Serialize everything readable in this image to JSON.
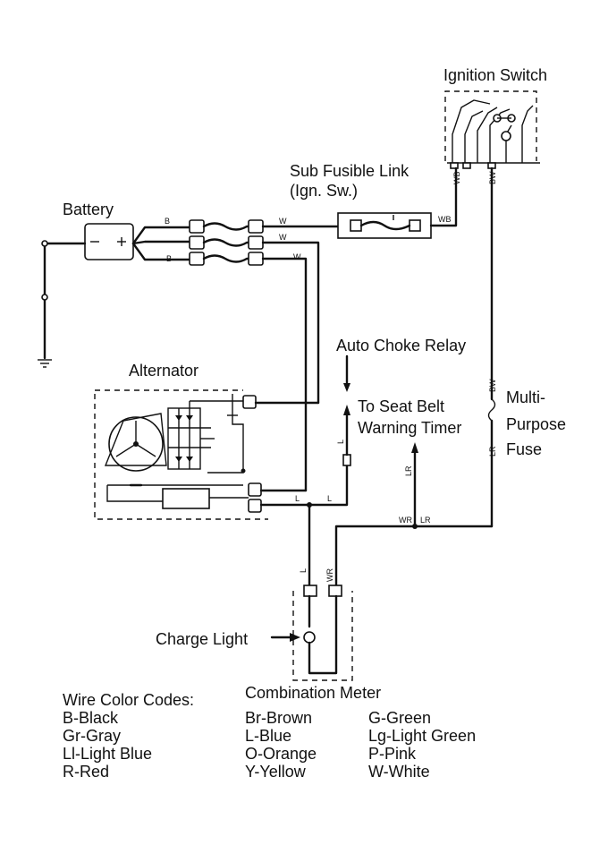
{
  "labels": {
    "ignition_switch": "Ignition Switch",
    "sub_fusible_link_1": "Sub Fusible Link",
    "sub_fusible_link_2": "(Ign. Sw.)",
    "battery": "Battery",
    "auto_choke_relay": "Auto Choke Relay",
    "alternator": "Alternator",
    "seat_belt_1": "To Seat Belt",
    "seat_belt_2": "Warning Timer",
    "fuse_1": "Multi-",
    "fuse_2": "Purpose",
    "fuse_3": "Fuse",
    "charge_light": "Charge Light",
    "combination_meter": "Combination Meter"
  },
  "wire_labels": {
    "b1": "B",
    "b2": "B",
    "w1": "W",
    "w2": "W",
    "w3": "W",
    "wb1": "WB",
    "wb2": "WB",
    "bw1": "BW",
    "bw2": "BW",
    "l1": "L",
    "l2": "L",
    "l3": "L",
    "l4": "L",
    "lr1": "LR",
    "lr2": "LR",
    "lr3": "LR",
    "wr1": "WR",
    "wr2": "WR"
  },
  "legend": {
    "title": "Wire Color Codes:",
    "col1": [
      "B-Black",
      "Gr-Gray",
      "Ll-Light Blue",
      "R-Red"
    ],
    "col2": [
      "Br-Brown",
      "L-Blue",
      "O-Orange",
      "Y-Yellow"
    ],
    "col3": [
      "G-Green",
      "Lg-Light Green",
      "P-Pink",
      "W-White"
    ]
  }
}
